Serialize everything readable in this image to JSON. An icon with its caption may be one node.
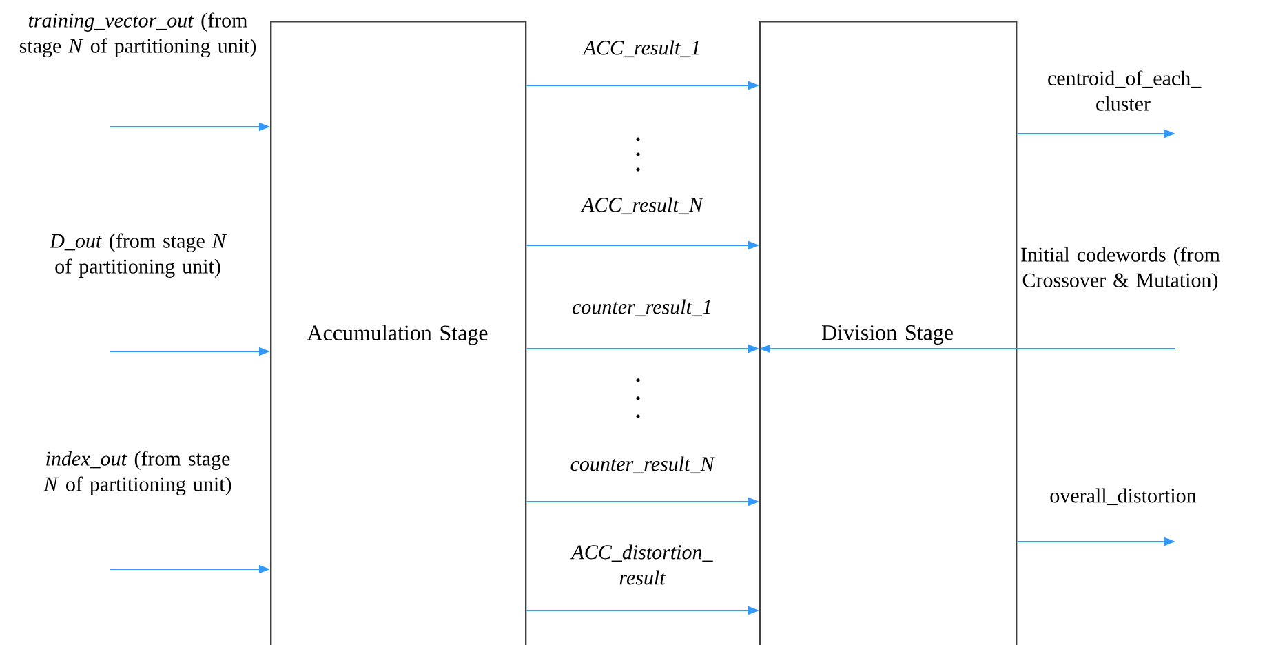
{
  "diagram": {
    "nodes": [
      {
        "text": [
          "Accumulation Stage"
        ]
      },
      {
        "text": [
          "Division Stage"
        ]
      }
    ],
    "edges": [
      {
        "from": null,
        "to": 0,
        "arrow": "to",
        "label": "*training_vector_out* (from stage *N* of partitioning unit)"
      },
      {
        "from": null,
        "to": 0,
        "arrow": "to",
        "label": "*D_out* (from stage *N* of partitioning unit)"
      },
      {
        "from": null,
        "to": 0,
        "arrow": "to",
        "label": "*index_out* (from stage *N* of partitioning unit)"
      },
      {
        "from": 0,
        "to": 1,
        "arrow": "to",
        "label": "ACC_result_1"
      },
      {
        "from": 0,
        "to": 1,
        "arrow": "to",
        "label": "ACC_result_N"
      },
      {
        "from": 0,
        "to": 1,
        "arrow": "to",
        "label": "counter_result_1"
      },
      {
        "from": 0,
        "to": 1,
        "arrow": "to",
        "label": "counter_result_N"
      },
      {
        "from": 0,
        "to": 1,
        "arrow": "to",
        "label": "ACC_distortion_ result"
      },
      {
        "from": 1,
        "to": null,
        "arrow": "to",
        "label": "centroid_of_each_ cluster"
      },
      {
        "from": null,
        "to": 1,
        "arrow": "to",
        "label": "Initial codewords (from Crossover & Mutation)"
      },
      {
        "from": 1,
        "to": null,
        "arrow": "to",
        "label": "overall_distortion"
      }
    ]
  }
}
